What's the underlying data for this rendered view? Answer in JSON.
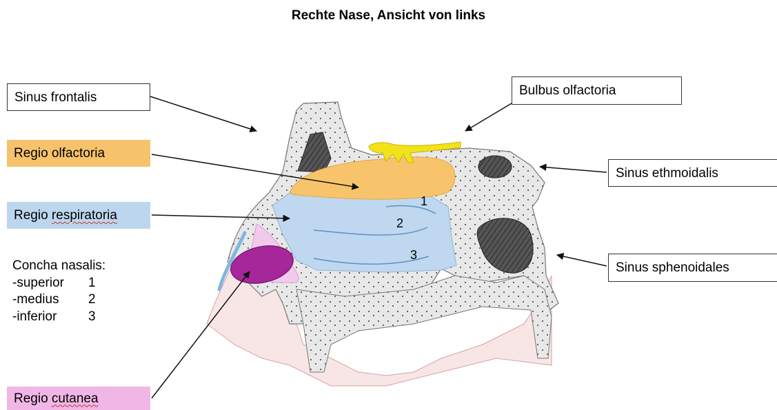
{
  "title": "Rechte Nase, Ansicht von links",
  "labels": {
    "sinus_frontalis": "Sinus frontalis",
    "bulbus_olfactoria": "Bulbus olfactoria",
    "regio_olfactoria": "Regio olfactoria",
    "sinus_ethmoidalis": "Sinus ethmoidalis",
    "regio_respiratoria_a": "Regio ",
    "regio_respiratoria_b": "respiratoria",
    "sinus_sphenoidales": "Sinus sphenoidales",
    "regio_cutanea_a": "Regio ",
    "regio_cutanea_b": "cutanea"
  },
  "concha": {
    "heading": "Concha nasalis:",
    "items": [
      {
        "name": "-superior",
        "num": "1"
      },
      {
        "name": "-medius",
        "num": "2"
      },
      {
        "name": "-inferior",
        "num": "3"
      }
    ]
  },
  "markers": [
    "1",
    "2",
    "3"
  ],
  "colors": {
    "olfactoria": "#f6c26b",
    "respiratoria": "#bcd6ee",
    "cutanea": "#f0b7e6",
    "bulbus": "#f2e21a",
    "sinus": "#4a4a4a",
    "bone": "#e9e9e9",
    "soft_tissue": "#f7e2e2"
  }
}
